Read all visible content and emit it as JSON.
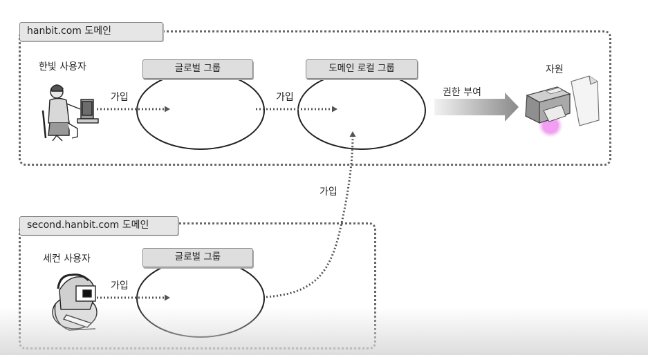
{
  "domains": [
    {
      "label": "hanbit.com 도메인"
    },
    {
      "label": "second.hanbit.com 도메인"
    }
  ],
  "users": {
    "hanbit_user": "한빛 사용자",
    "second_user": "세컨 사용자"
  },
  "groups": {
    "global_group_1": "글로벌 그룹",
    "domain_local_group": "도메인 로컬 그룹",
    "global_group_2": "글로벌 그룹"
  },
  "edges": {
    "join_1": "가입",
    "join_2": "가입",
    "join_3": "가입",
    "join_4": "가입",
    "grant": "권한 부여"
  },
  "resource": {
    "label": "자원"
  },
  "icons": [
    "person-at-computer-icon",
    "person-at-monitor-icon",
    "printer-icon",
    "document-icon"
  ]
}
